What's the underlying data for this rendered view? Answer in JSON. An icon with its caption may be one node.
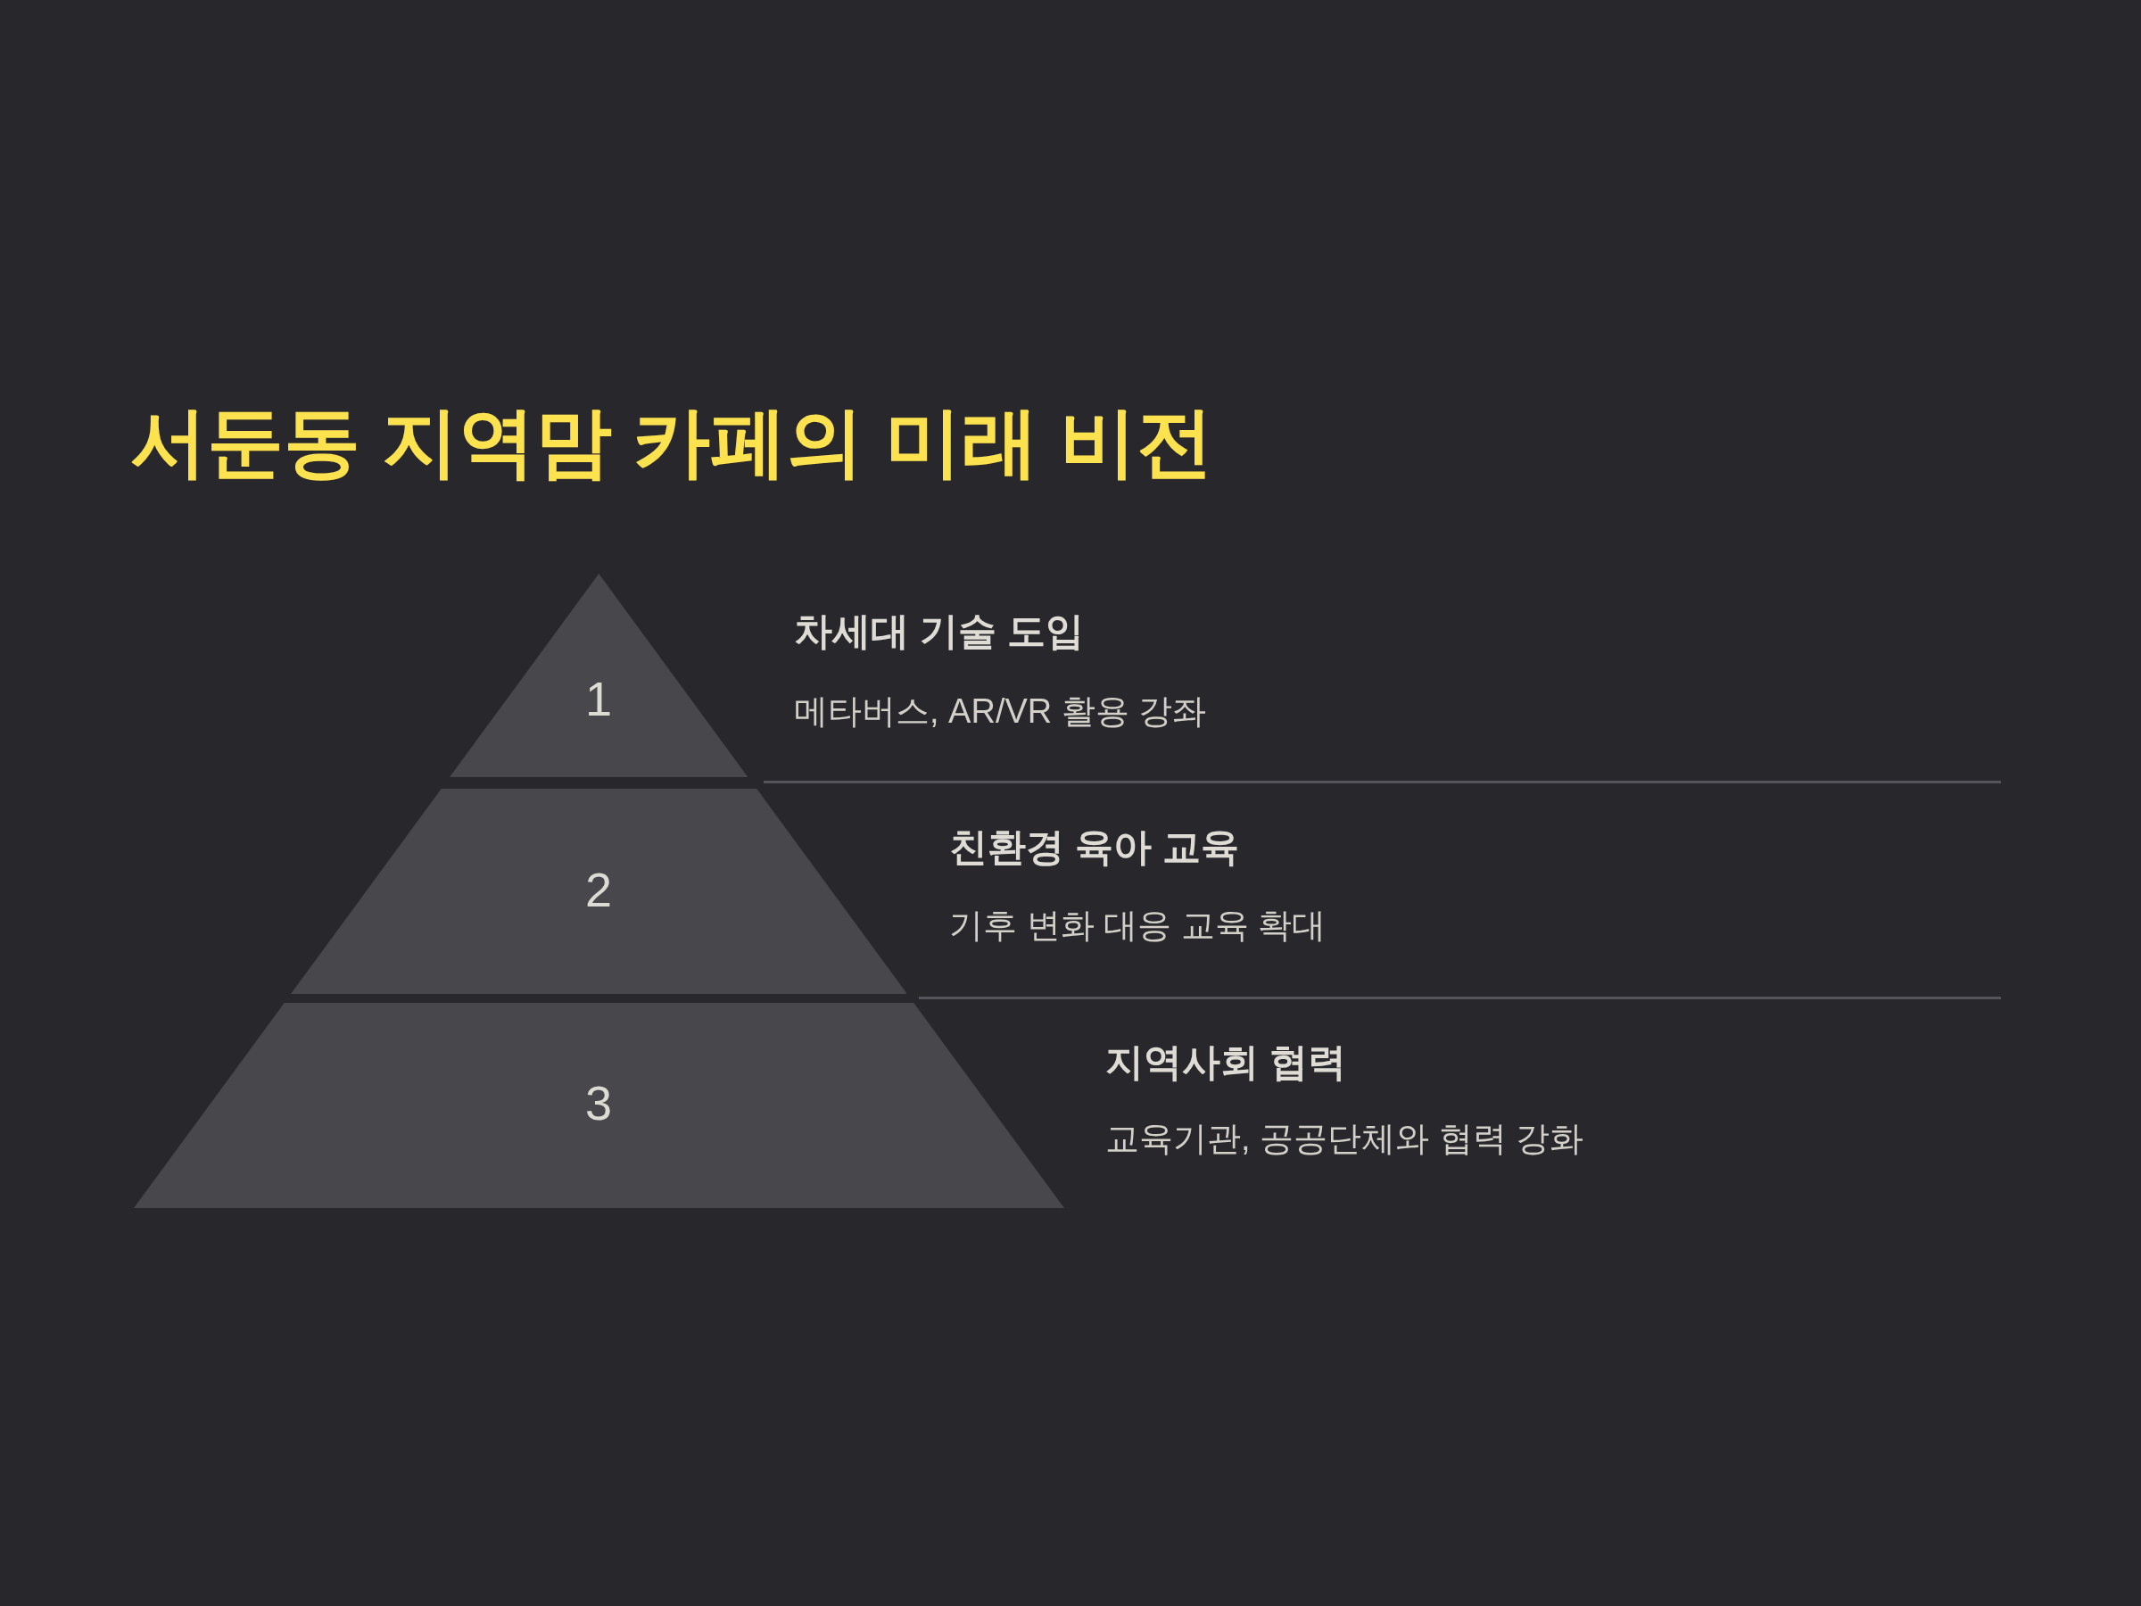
{
  "diagram": {
    "title": "서둔동 지역맘 카페의 미래 비전",
    "nodes": [
      {
        "text": [
          "1"
        ],
        "beside": [
          "차세대 기술 도입",
          "메타버스, AR/VR 활용 강좌"
        ]
      },
      {
        "text": [
          "2"
        ],
        "beside": [
          "친환경 육아 교육",
          "기후 변화 대응 교육 확대"
        ]
      },
      {
        "text": [
          "3"
        ],
        "beside": [
          "지역사회 협력",
          "교육기관, 공공단체와 협력 강화"
        ]
      }
    ]
  }
}
